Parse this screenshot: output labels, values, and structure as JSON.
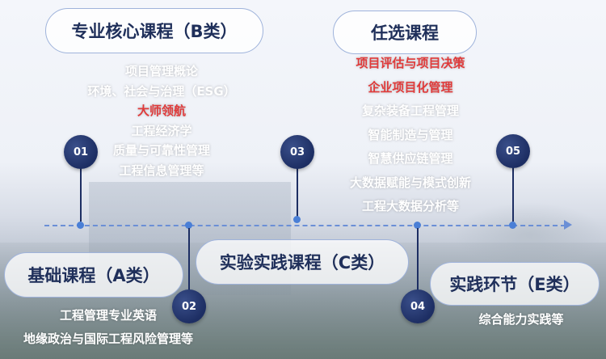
{
  "stages": {
    "b": {
      "number": "01",
      "title": "专业核心课程（B类）",
      "items": [
        "项目管理概论",
        "环境、社会与治理（ESG）",
        "大师领航",
        "工程经济学",
        "质量与可靠性管理",
        "工程信息管理等"
      ]
    },
    "a": {
      "number": "02",
      "title": "基础课程（A类）",
      "items": [
        "工程管理专业英语",
        "地缘政治与国际工程风险管理等"
      ]
    },
    "c": {
      "number": "03",
      "title": "实验实践课程（C类）"
    },
    "e": {
      "number": "04",
      "title": "实践环节（E类）",
      "items": [
        "综合能力实践等"
      ]
    },
    "elective": {
      "number": "05",
      "title": "任选课程",
      "items": [
        "项目评估与项目决策",
        "企业项目化管理",
        "复杂装备工程管理",
        "智能制造与管理",
        "智慧供应链管理",
        "大数据赋能与模式创新",
        "工程大数据分析等"
      ]
    }
  },
  "colors": {
    "highlight": "#e03a3a",
    "node": "#1d2e63",
    "timeline": "#6b8fd6"
  }
}
